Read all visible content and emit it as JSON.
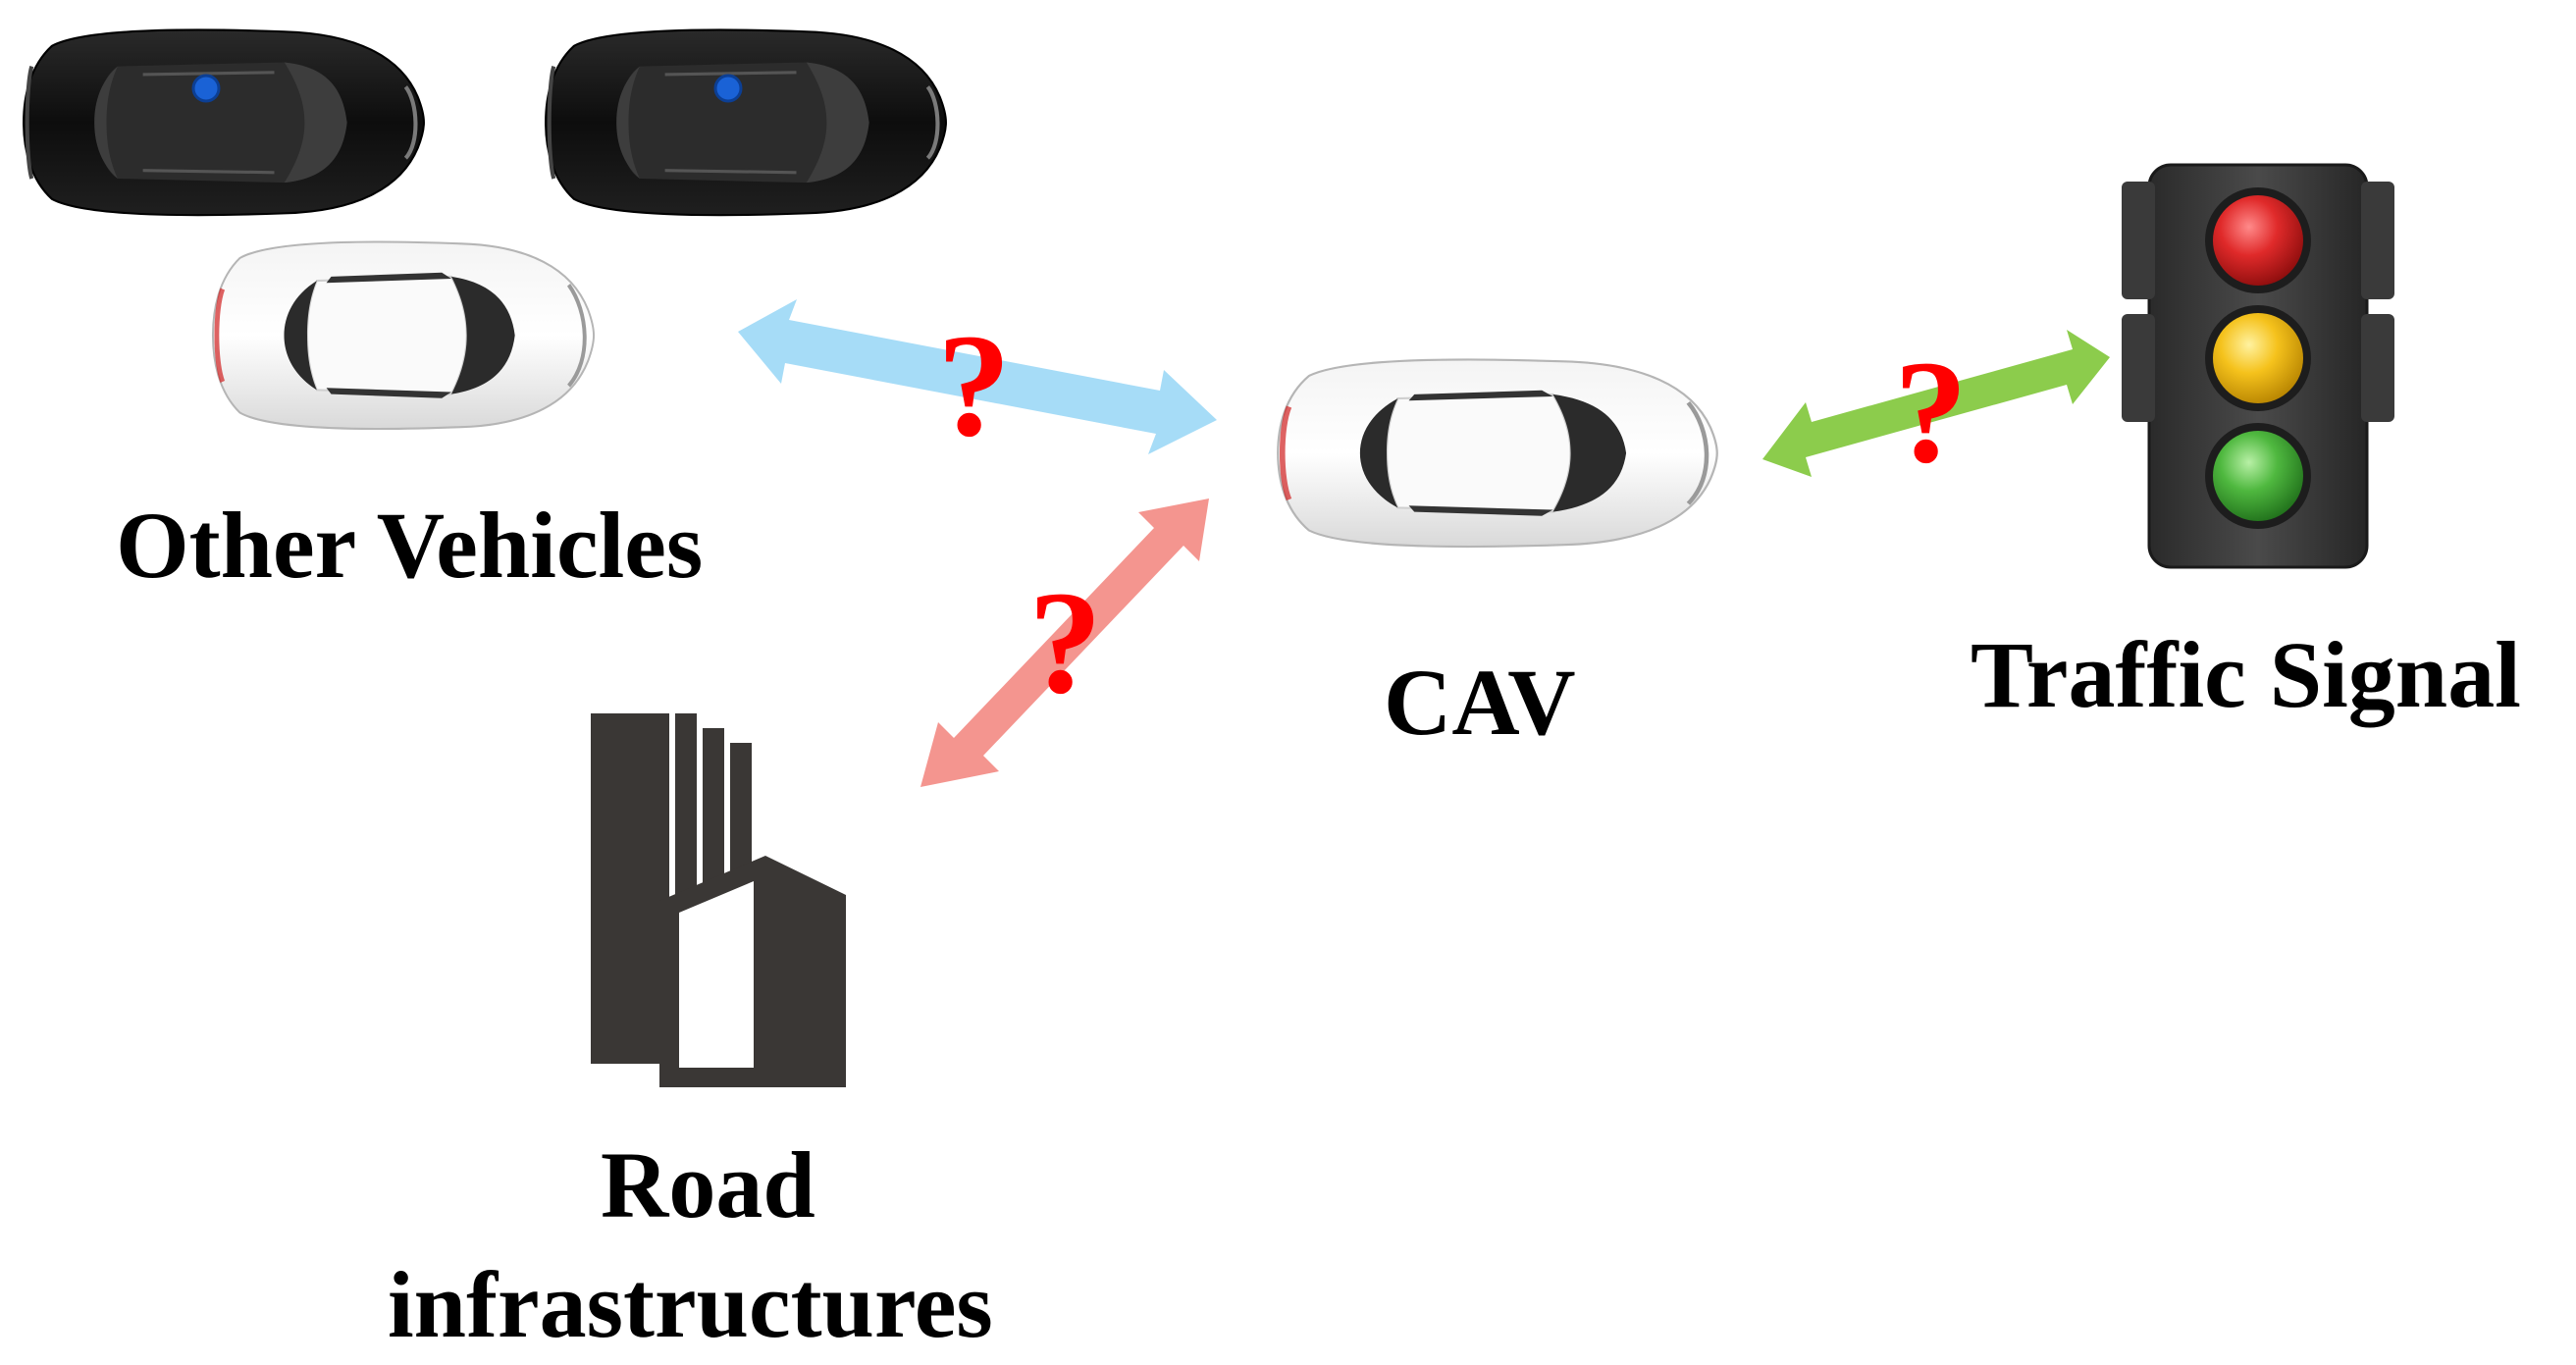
{
  "labels": {
    "other_vehicles": "Other Vehicles",
    "cav": "CAV",
    "traffic_signal": "Traffic Signal",
    "road_line1": "Road",
    "road_line2": "infrastructures"
  },
  "question_mark": "?",
  "colors": {
    "arrow_vehicles": "#a6dcf7",
    "arrow_road": "#f4958f",
    "arrow_signal": "#8ccc4c",
    "question": "#ff0000",
    "dark_car": "#161616",
    "building": "#3a3735",
    "signal_red": "#d8232a",
    "signal_yellow": "#f7c020",
    "signal_green": "#4caf3f"
  },
  "icons": [
    "dark-car-icon",
    "white-car-icon",
    "traffic-light-icon",
    "building-icon"
  ]
}
